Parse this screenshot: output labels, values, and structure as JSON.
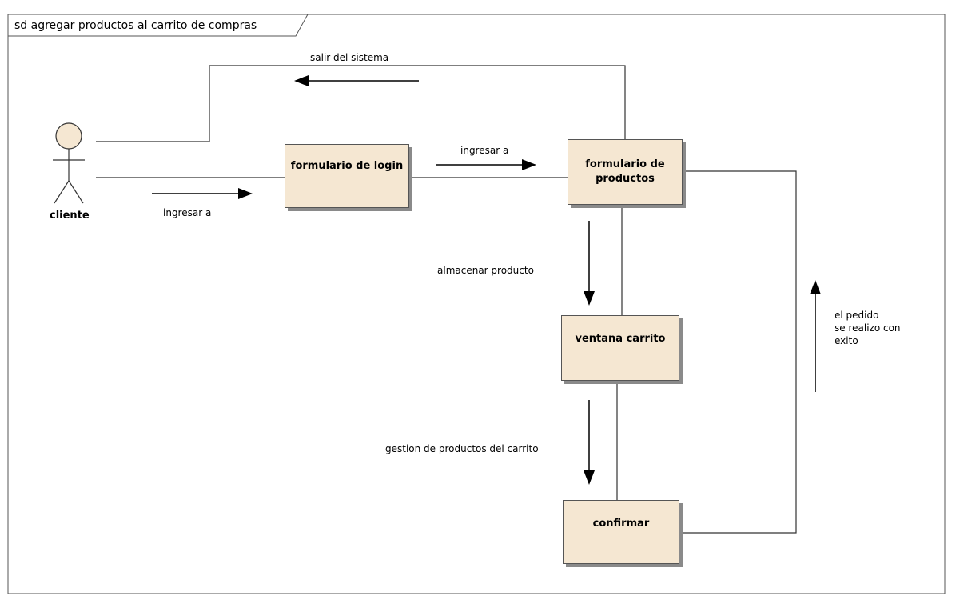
{
  "frame": {
    "title": "sd agregar productos al carrito de compras"
  },
  "actor": {
    "name": "cliente"
  },
  "nodes": {
    "login": "formulario de login",
    "productos": "formulario de\nproductos",
    "carrito": "ventana carrito",
    "confirmar": "confirmar"
  },
  "messages": {
    "salir": "salir del sistema",
    "ingresar_login": "ingresar a",
    "ingresar_productos": "ingresar a",
    "almacenar": "almacenar producto",
    "gestion": "gestion de productos del carrito",
    "pedido": "el pedido\nse realizo con\nexito"
  },
  "colors": {
    "node_fill": "#f5e7d2",
    "actor_fill": "#f5e7d2",
    "line": "#333333"
  }
}
